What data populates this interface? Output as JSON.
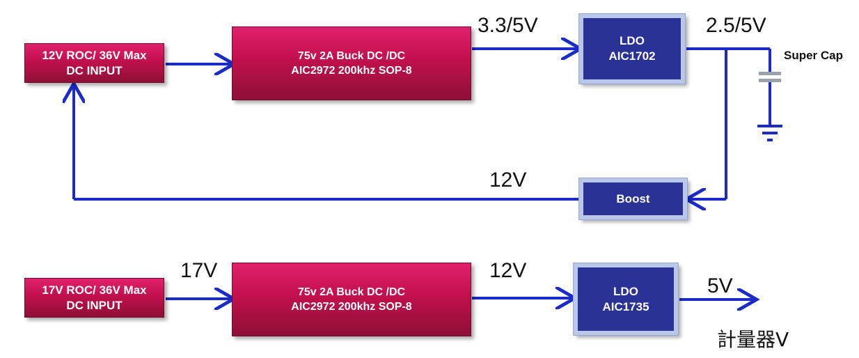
{
  "colors": {
    "wire": "#1a2bc8",
    "red_block": "#c4104e",
    "blue_block": "#2a3395",
    "capacitor": "#9aa2ad"
  },
  "top_circuit": {
    "input_block": {
      "line1": "12V ROC/ 36V Max",
      "line2": "DC INPUT"
    },
    "buck_block": {
      "line1": "75v 2A  Buck DC /DC",
      "line2": "AIC2972 200khz  SOP-8"
    },
    "ldo_block": {
      "line1": "LDO",
      "line2": "AIC1702"
    },
    "boost_block": {
      "label": "Boost"
    },
    "buck_output_label": "3.3/5V",
    "ldo_output_label": "2.5/5V",
    "supercap_label": "Super Cap",
    "boost_output_label": "12V"
  },
  "bottom_circuit": {
    "input_block": {
      "line1": "17V ROC/ 36V Max",
      "line2": "DC INPUT"
    },
    "input_label": "17V",
    "buck_block": {
      "line1": "75v 2A  Buck DC /DC",
      "line2": "AIC2972 200khz  SOP-8"
    },
    "buck_output_label": "12V",
    "ldo_block": {
      "line1": "LDO",
      "line2": "AIC1735"
    },
    "ldo_output_label": "5V"
  },
  "footer_text": "計量器V"
}
